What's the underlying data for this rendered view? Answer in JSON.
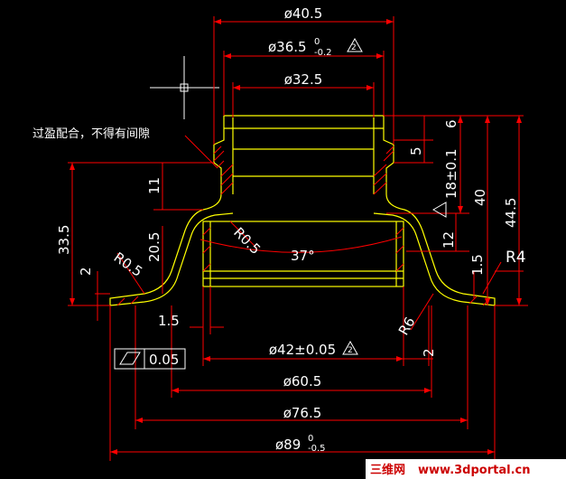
{
  "dims": {
    "d40_5": "ø40.5",
    "d36_5": "ø36.5",
    "d36_5_tol": "0",
    "d36_5_tol2": "-0.2",
    "tri2": "2",
    "d32_5": "ø32.5",
    "d42": "ø42±0.05",
    "d60_5": "ø60.5",
    "d76_5": "ø76.5",
    "d89": "ø89",
    "d89_tol": "0",
    "d89_tol2": "-0.5",
    "h6": "6",
    "h5": "5",
    "h18": "18±0.1",
    "h40": "40",
    "h44_5": "44.5",
    "h12": "12",
    "h1_5r": "1.5",
    "r4": "R4",
    "h11": "11",
    "h33_5": "33.5",
    "h20_5": "20.5",
    "h2l": "2",
    "r05l": "R0.5",
    "r05c": "R0.5",
    "ang37": "37°",
    "r6": "R6",
    "w2": "2",
    "w1_5": "1.5",
    "flat": "0.05"
  },
  "note": "过盈配合，不得有间隙",
  "watermark": {
    "cn": "三维网",
    "url": "www.3dportal.cn"
  },
  "colors": {
    "line": "#ff0000",
    "part": "#ffff00",
    "text": "#ffffff",
    "bg": "#000000"
  }
}
